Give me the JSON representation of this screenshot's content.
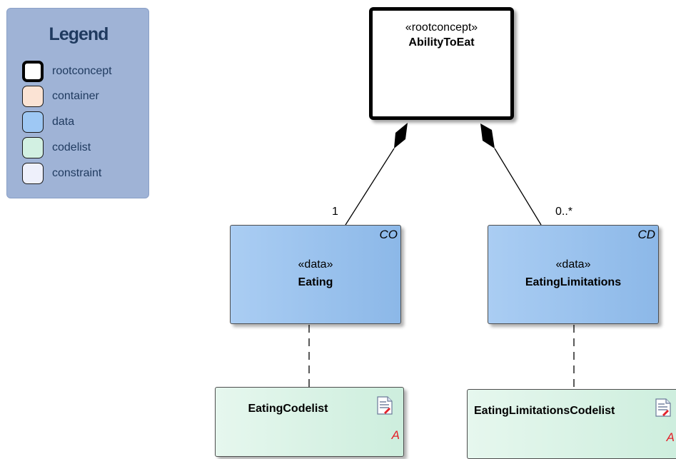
{
  "legend": {
    "title": "Legend",
    "items": [
      {
        "label": "rootconcept",
        "color": "#ffffff"
      },
      {
        "label": "container",
        "color": "#fbe3d4"
      },
      {
        "label": "data",
        "color": "#9ec8f4"
      },
      {
        "label": "codelist",
        "color": "#d2f0e2"
      },
      {
        "label": "constraint",
        "color": "#eef0fb"
      }
    ]
  },
  "diagram": {
    "root": {
      "stereotype": "«rootconcept»",
      "name": "AbilityToEat"
    },
    "eating": {
      "stereotype": "«data»",
      "name": "Eating",
      "corner": "CO"
    },
    "limitations": {
      "stereotype": "«data»",
      "name": "EatingLimitations",
      "corner": "CD"
    },
    "eating_codelist": {
      "name": "EatingCodelist",
      "corner": "A",
      "icon": "codelist-document-icon"
    },
    "limitations_codelist": {
      "name": "EatingLimitationsCodelist",
      "corner": "A",
      "icon": "codelist-document-icon"
    },
    "multiplicities": {
      "left": "1",
      "right": "0..*"
    }
  }
}
